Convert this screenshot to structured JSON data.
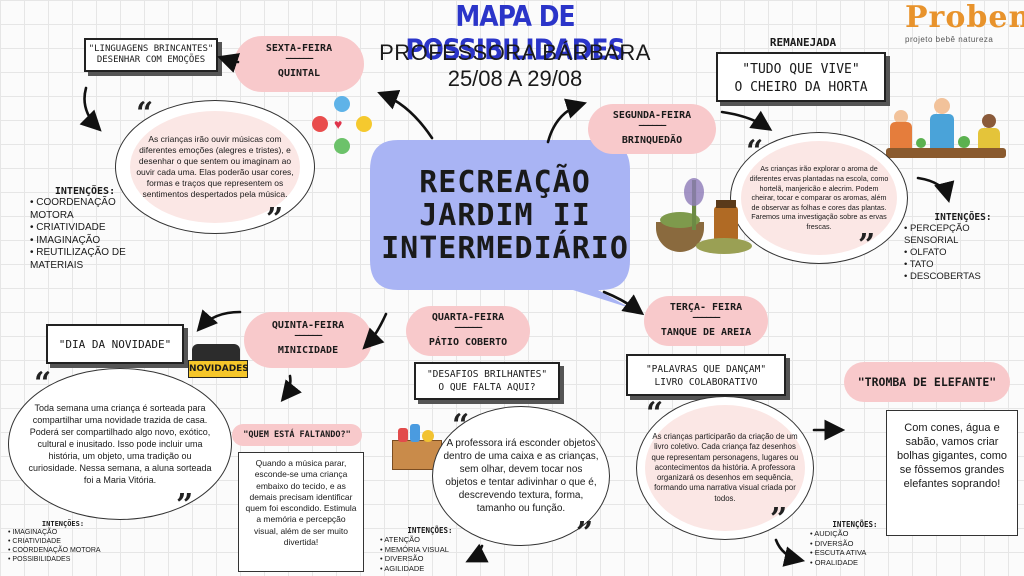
{
  "header": {
    "title": "MAPA DE POSSIBILIDADES",
    "teacher": "PROFESSORA BÁRBARA",
    "dates": "25/08 A 29/08",
    "logo_text": "Proben",
    "logo_subtitle": "projeto bebê natureza"
  },
  "center": {
    "line1": "RECREAÇÃO",
    "line2": "JARDIM II",
    "line3": "INTERMEDIÁRIO"
  },
  "friday": {
    "day": "SEXTA-FEIRA",
    "dashes": "——————",
    "place": "QUINTAL",
    "activity": "\"LINGUAGENS BRINCANTES\"\nDESENHAR COM EMOÇÕES",
    "description": "As crianças irão ouvir músicas com diferentes emoções (alegres e tristes), e desenhar o que sentem ou imaginam ao ouvir cada uma. Elas poderão usar cores, formas e traços que representem os sentimentos despertados pela música.",
    "intentions_title": "INTENÇÕES:",
    "intentions": [
      "COORDENAÇÃO MOTORA",
      "CRIATIVIDADE",
      "IMAGINAÇÃO",
      "REUTILIZAÇÃO DE MATERIAIS"
    ]
  },
  "monday": {
    "status": "REMANEJADA",
    "day": "SEGUNDA-FEIRA",
    "dashes": "——————",
    "place": "BRINQUEDÃO",
    "activity_line1": "\"TUDO QUE VIVE\"",
    "activity_line2": "O CHEIRO DA HORTA",
    "description": "As crianças irão explorar o aroma de diferentes ervas plantadas na escola, como hortelã, manjericão e alecrim. Podem cheirar, tocar e comparar os aromas, além de observar as folhas e cores das plantas. Faremos uma investigação sobre as ervas frescas.",
    "intentions_title": "INTENÇÕES:",
    "intentions": [
      "PERCEPÇÃO SENSORIAL",
      "OLFATO",
      "TATO",
      "DESCOBERTAS"
    ]
  },
  "thursday": {
    "day": "QUINTA-FEIRA",
    "dashes": "——————",
    "place": "MINICIDADE",
    "activity": "\"DIA DA NOVIDADE\"",
    "badge": "NOVIDADES",
    "description": "Toda semana uma criança é sorteada para compartilhar uma novidade trazida de casa. Poderá ser compartilhado algo novo, exótico, cultural e inusitado. Isso pode incluir uma história, um objeto, uma tradição ou curiosidade. Nessa semana, a aluna sorteada foi a Maria Vitória.",
    "intentions_title": "INTENÇÕES:",
    "intentions": [
      "IMAGINAÇÃO",
      "CRIATIVIDADE",
      "COORDENAÇÃO MOTORA",
      "POSSIBILIDADES"
    ],
    "extra_title": "\"QUEM ESTÁ FALTANDO?\"",
    "extra_text": "Quando a música parar, esconde-se uma criança embaixo do tecido, e as demais precisam identificar quem foi escondido. Estimula a memória e percepção visual, além de ser muito divertida!"
  },
  "wednesday": {
    "day": "QUARTA-FEIRA",
    "dashes": "——————",
    "place": "PÁTIO COBERTO",
    "activity_line1": "\"DESAFIOS BRILHANTES\"",
    "activity_line2": "O QUE FALTA AQUI?",
    "description": "A professora irá esconder objetos dentro de uma caixa e as crianças, sem olhar, devem tocar nos objetos e tentar adivinhar o que é, descrevendo textura, forma, tamanho ou função.",
    "intentions_title": "INTENÇÕES:",
    "intentions": [
      "ATENÇÃO",
      "MEMÓRIA VISUAL",
      "DIVERSÃO",
      "AGILIDADE"
    ]
  },
  "tuesday": {
    "day": "TERÇA- FEIRA",
    "dashes": "——————",
    "place": "TANQUE DE AREIA",
    "activity_line1": "\"PALAVRAS QUE DANÇAM\"",
    "activity_line2": "LIVRO COLABORATIVO",
    "description": "As crianças participarão da criação de um livro coletivo. Cada criança faz desenhos que representam personagens, lugares ou acontecimentos da história. A professora organizará os desenhos em sequência, formando uma narrativa visual criada por todos.",
    "intentions_title": "INTENÇÕES:",
    "intentions": [
      "AUDIÇÃO",
      "DIVERSÃO",
      "ESCUTA ATIVA",
      "ORALIDADE"
    ],
    "extra_title": "\"TROMBA DE ELEFANTE\"",
    "extra_text": "Com cones, água e sabão, vamos criar bolhas gigantes, como se fôssemos grandes elefantes soprando!"
  },
  "colors": {
    "title_blue": "#2b35c9",
    "center_bubble": "#a9b4f4",
    "pill_pink": "#f8c9cb",
    "oval_fill": "#fbe7e5",
    "logo_orange": "#e8932c"
  }
}
